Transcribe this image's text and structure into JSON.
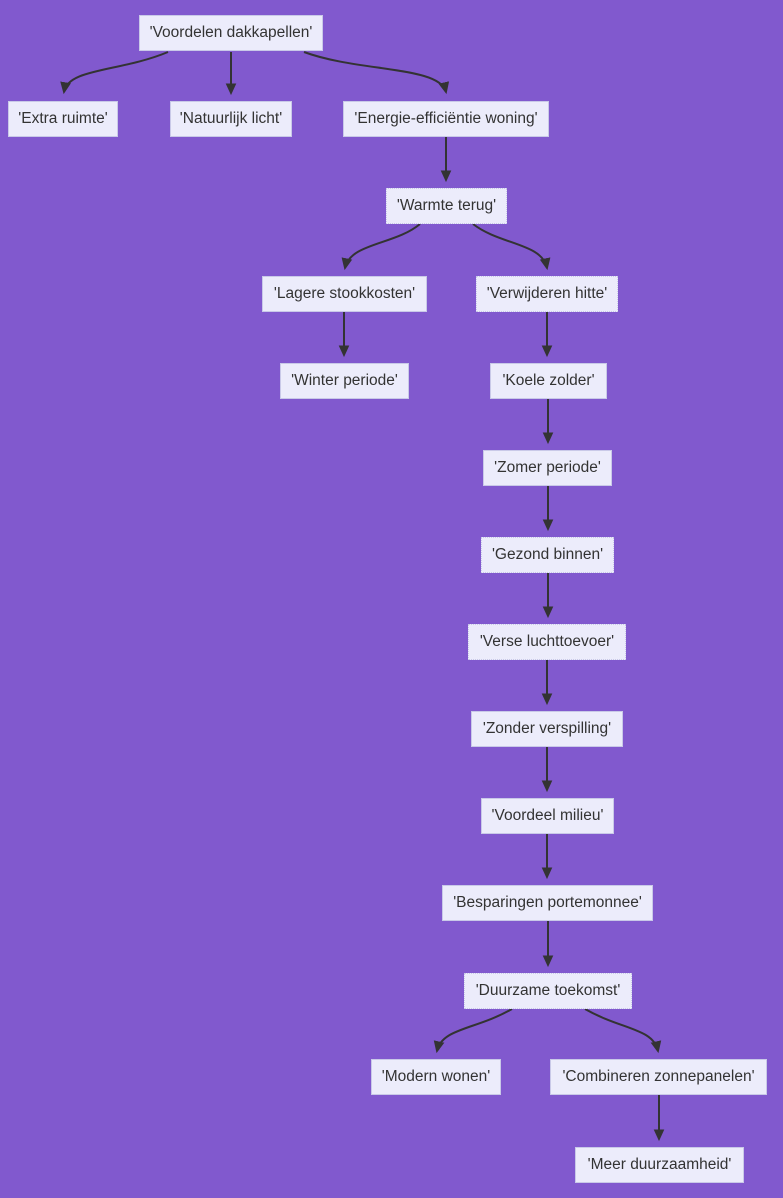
{
  "diagram": {
    "type": "flowchart",
    "direction": "top-down",
    "colors": {
      "background": "#8159CE",
      "node_fill": "#ECECFB",
      "node_border": "#C9C9E8",
      "node_text": "#333333",
      "edge": "#333333"
    },
    "nodes": {
      "voordelen_dakkapellen": {
        "label": "'Voordelen dakkapellen'",
        "border_style": "solid"
      },
      "extra_ruimte": {
        "label": "'Extra ruimte'",
        "border_style": "solid"
      },
      "natuurlijk_licht": {
        "label": "'Natuurlijk licht'",
        "border_style": "solid"
      },
      "energie_efficientie_woning": {
        "label": "'Energie-efficiëntie woning'",
        "border_style": "solid"
      },
      "warmte_terug": {
        "label": "'Warmte terug'",
        "border_style": "dotted"
      },
      "lagere_stookkosten": {
        "label": "'Lagere stookkosten'",
        "border_style": "solid"
      },
      "verwijderen_hitte": {
        "label": "'Verwijderen hitte'",
        "border_style": "dotted"
      },
      "winter_periode": {
        "label": "'Winter periode'",
        "border_style": "solid"
      },
      "koele_zolder": {
        "label": "'Koele zolder'",
        "border_style": "solid"
      },
      "zomer_periode": {
        "label": "'Zomer periode'",
        "border_style": "solid"
      },
      "gezond_binnen": {
        "label": "'Gezond binnen'",
        "border_style": "dotted"
      },
      "verse_luchttoevoer": {
        "label": "'Verse luchttoevoer'",
        "border_style": "dotted"
      },
      "zonder_verspilling": {
        "label": "'Zonder verspilling'",
        "border_style": "solid"
      },
      "voordeel_milieu": {
        "label": "'Voordeel milieu'",
        "border_style": "solid"
      },
      "besparingen_portemonnee": {
        "label": "'Besparingen portemonnee'",
        "border_style": "solid"
      },
      "duurzame_toekomst": {
        "label": "'Duurzame toekomst'",
        "border_style": "dotted"
      },
      "modern_wonen": {
        "label": "'Modern wonen'",
        "border_style": "solid"
      },
      "combineren_zonnepanelen": {
        "label": "'Combineren zonnepanelen'",
        "border_style": "solid"
      },
      "meer_duurzaamheid": {
        "label": "'Meer duurzaamheid'",
        "border_style": "solid"
      }
    },
    "edges": [
      {
        "from": "voordelen_dakkapellen",
        "to": "extra_ruimte"
      },
      {
        "from": "voordelen_dakkapellen",
        "to": "natuurlijk_licht"
      },
      {
        "from": "voordelen_dakkapellen",
        "to": "energie_efficientie_woning"
      },
      {
        "from": "energie_efficientie_woning",
        "to": "warmte_terug"
      },
      {
        "from": "warmte_terug",
        "to": "lagere_stookkosten"
      },
      {
        "from": "warmte_terug",
        "to": "verwijderen_hitte"
      },
      {
        "from": "lagere_stookkosten",
        "to": "winter_periode"
      },
      {
        "from": "verwijderen_hitte",
        "to": "koele_zolder"
      },
      {
        "from": "koele_zolder",
        "to": "zomer_periode"
      },
      {
        "from": "zomer_periode",
        "to": "gezond_binnen"
      },
      {
        "from": "gezond_binnen",
        "to": "verse_luchttoevoer"
      },
      {
        "from": "verse_luchttoevoer",
        "to": "zonder_verspilling"
      },
      {
        "from": "zonder_verspilling",
        "to": "voordeel_milieu"
      },
      {
        "from": "voordeel_milieu",
        "to": "besparingen_portemonnee"
      },
      {
        "from": "besparingen_portemonnee",
        "to": "duurzame_toekomst"
      },
      {
        "from": "duurzame_toekomst",
        "to": "modern_wonen"
      },
      {
        "from": "duurzame_toekomst",
        "to": "combineren_zonnepanelen"
      },
      {
        "from": "combineren_zonnepanelen",
        "to": "meer_duurzaamheid"
      }
    ]
  }
}
